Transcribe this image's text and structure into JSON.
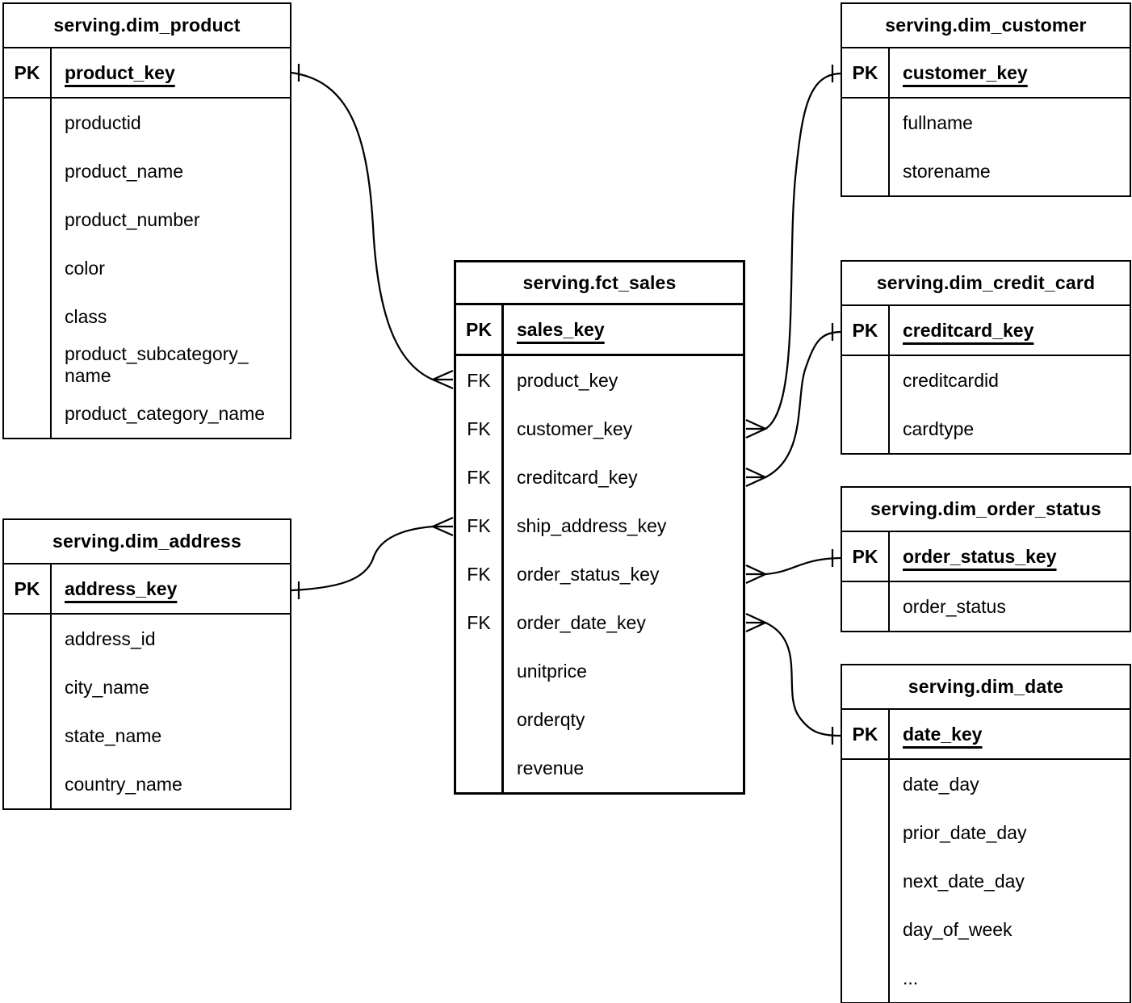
{
  "colors": {
    "background": "#ffffff",
    "stroke": "#000000",
    "text": "#000000"
  },
  "tables": {
    "dim_product": {
      "title": "serving.dim_product",
      "key_header": "PK",
      "pk_field": "product_key",
      "fields": [
        "productid",
        "product_name",
        "product_number",
        "color",
        "class",
        "product_subcategory_\nname",
        "product_category_name"
      ]
    },
    "dim_customer": {
      "title": "serving.dim_customer",
      "key_header": "PK",
      "pk_field": "customer_key",
      "fields": [
        "fullname",
        "storename"
      ]
    },
    "fct_sales": {
      "title": "serving.fct_sales",
      "key_header": "PK",
      "pk_field": "sales_key",
      "fields": [
        {
          "key": "FK",
          "name": "product_key"
        },
        {
          "key": "FK",
          "name": "customer_key"
        },
        {
          "key": "FK",
          "name": "creditcard_key"
        },
        {
          "key": "FK",
          "name": "ship_address_key"
        },
        {
          "key": "FK",
          "name": "order_status_key"
        },
        {
          "key": "FK",
          "name": "order_date_key"
        },
        {
          "key": "",
          "name": "unitprice"
        },
        {
          "key": "",
          "name": "orderqty"
        },
        {
          "key": "",
          "name": "revenue"
        }
      ]
    },
    "dim_credit_card": {
      "title": "serving.dim_credit_card",
      "key_header": "PK",
      "pk_field": "creditcard_key",
      "fields": [
        "creditcardid",
        "cardtype"
      ]
    },
    "dim_order_status": {
      "title": "serving.dim_order_status",
      "key_header": "PK",
      "pk_field": "order_status_key",
      "fields": [
        "order_status"
      ]
    },
    "dim_date": {
      "title": "serving.dim_date",
      "key_header": "PK",
      "pk_field": "date_key",
      "fields": [
        "date_day",
        "prior_date_day",
        "next_date_day",
        "day_of_week",
        "..."
      ]
    },
    "dim_address": {
      "title": "serving.dim_address",
      "key_header": "PK",
      "pk_field": "address_key",
      "fields": [
        "address_id",
        "city_name",
        "state_name",
        "country_name"
      ]
    }
  },
  "relationships": [
    {
      "many_side": "serving.fct_sales.product_key",
      "one_side": "serving.dim_product.product_key",
      "cardinality": "many-to-one"
    },
    {
      "many_side": "serving.fct_sales.customer_key",
      "one_side": "serving.dim_customer.customer_key",
      "cardinality": "many-to-one"
    },
    {
      "many_side": "serving.fct_sales.creditcard_key",
      "one_side": "serving.dim_credit_card.creditcard_key",
      "cardinality": "many-to-one"
    },
    {
      "many_side": "serving.fct_sales.ship_address_key",
      "one_side": "serving.dim_address.address_key",
      "cardinality": "many-to-one"
    },
    {
      "many_side": "serving.fct_sales.order_status_key",
      "one_side": "serving.dim_order_status.order_status_key",
      "cardinality": "many-to-one"
    },
    {
      "many_side": "serving.fct_sales.order_date_key",
      "one_side": "serving.dim_date.date_key",
      "cardinality": "many-to-one"
    }
  ]
}
